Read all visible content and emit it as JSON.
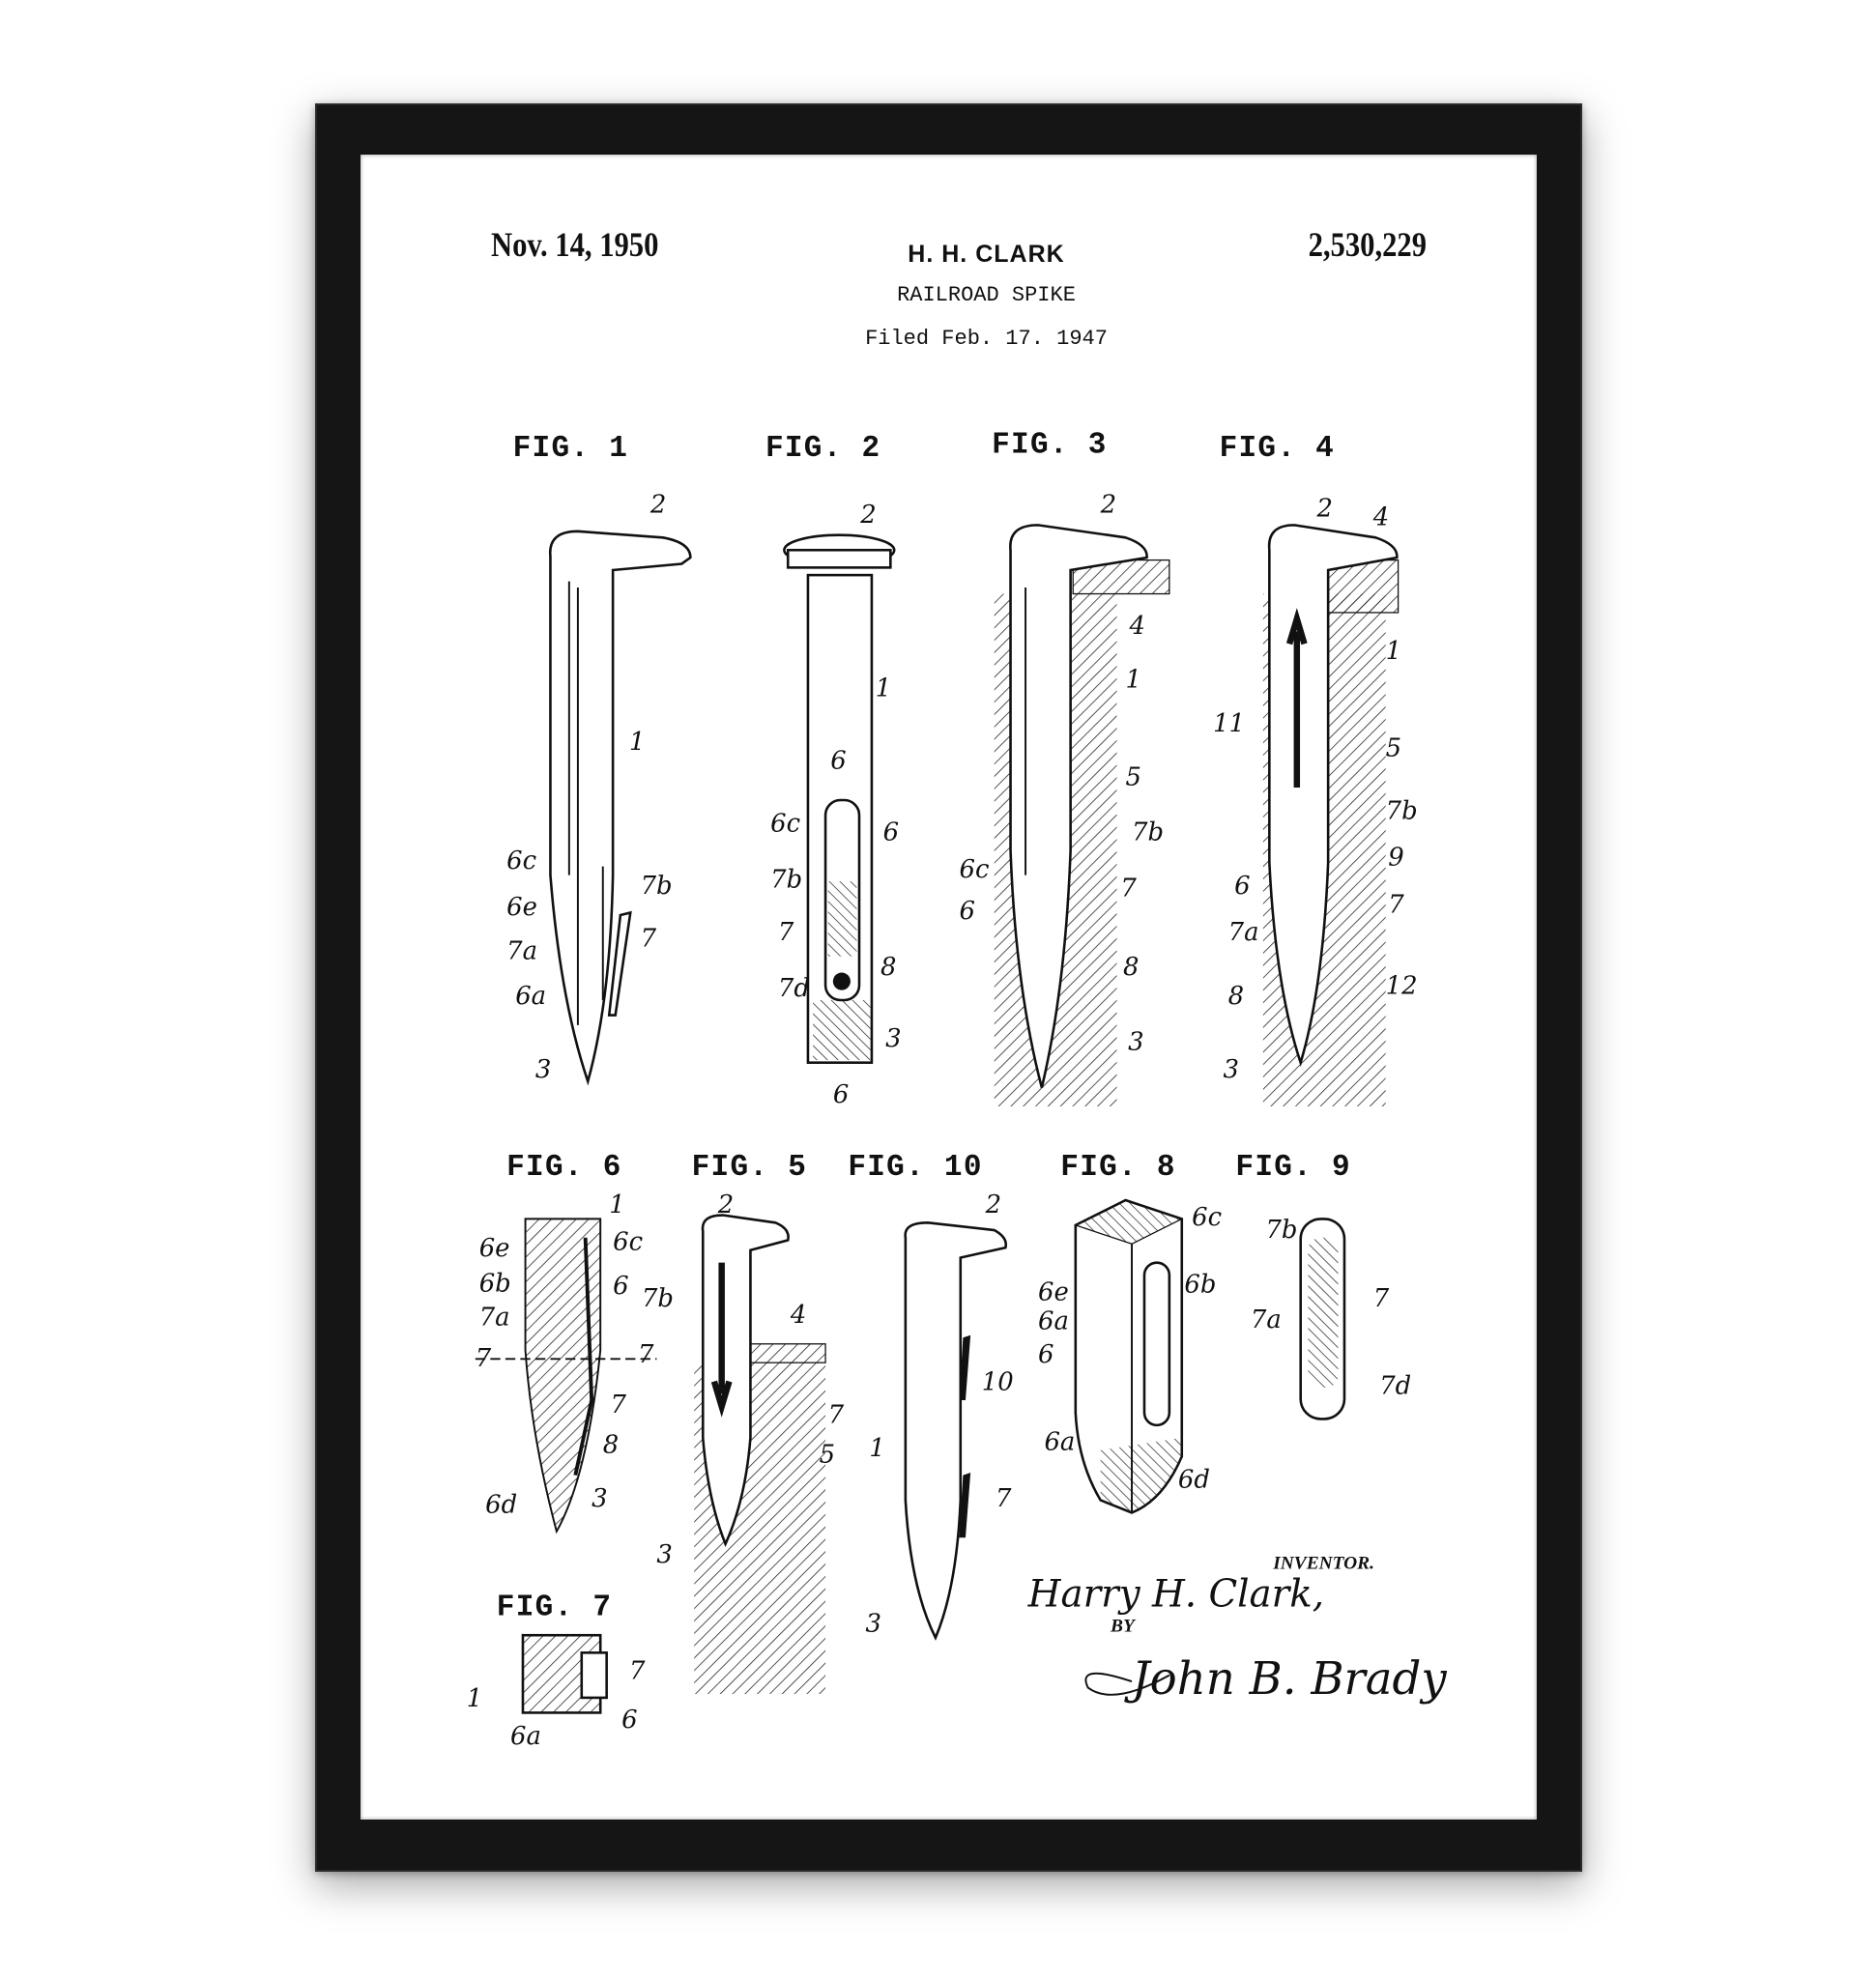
{
  "header": {
    "date": "Nov. 14, 1950",
    "inventor": "H. H. CLARK",
    "title": "RAILROAD SPIKE",
    "filed": "Filed Feb. 17. 1947",
    "patent_number": "2,530,229"
  },
  "figures": [
    {
      "label": "FIG. 1",
      "refs": [
        "2",
        "1",
        "6c",
        "6e",
        "7a",
        "6a",
        "3",
        "7b",
        "7"
      ]
    },
    {
      "label": "FIG. 2",
      "refs": [
        "2",
        "1",
        "6",
        "6c",
        "6",
        "7b",
        "7",
        "7d",
        "8",
        "3",
        "6"
      ]
    },
    {
      "label": "FIG. 3",
      "refs": [
        "2",
        "4",
        "1",
        "5",
        "7b",
        "6c",
        "6",
        "7",
        "8",
        "3"
      ]
    },
    {
      "label": "FIG. 4",
      "refs": [
        "2",
        "4",
        "1",
        "11",
        "5",
        "7b",
        "9",
        "6",
        "7",
        "7a",
        "8",
        "12",
        "3"
      ]
    },
    {
      "label": "FIG. 6",
      "refs": [
        "1",
        "6e",
        "6c",
        "6b",
        "6",
        "7b",
        "7a",
        "7",
        "7",
        "7",
        "8",
        "6d",
        "3"
      ]
    },
    {
      "label": "FIG. 5",
      "refs": [
        "2",
        "4",
        "7",
        "5",
        "3"
      ]
    },
    {
      "label": "FIG. 10",
      "refs": [
        "2",
        "10",
        "1",
        "7",
        "3"
      ]
    },
    {
      "label": "FIG. 8",
      "refs": [
        "6c",
        "6b",
        "6e",
        "6a",
        "6",
        "6a",
        "6d"
      ]
    },
    {
      "label": "FIG. 9",
      "refs": [
        "7b",
        "7",
        "7a",
        "7d"
      ]
    },
    {
      "label": "FIG. 7",
      "refs": [
        "1",
        "7",
        "6",
        "6a"
      ]
    }
  ],
  "signature": {
    "inventor_label": "INVENTOR.",
    "inventor_signature": "Harry H. Clark,",
    "by_label": "BY",
    "attorney_signature": "John B. Brady"
  }
}
